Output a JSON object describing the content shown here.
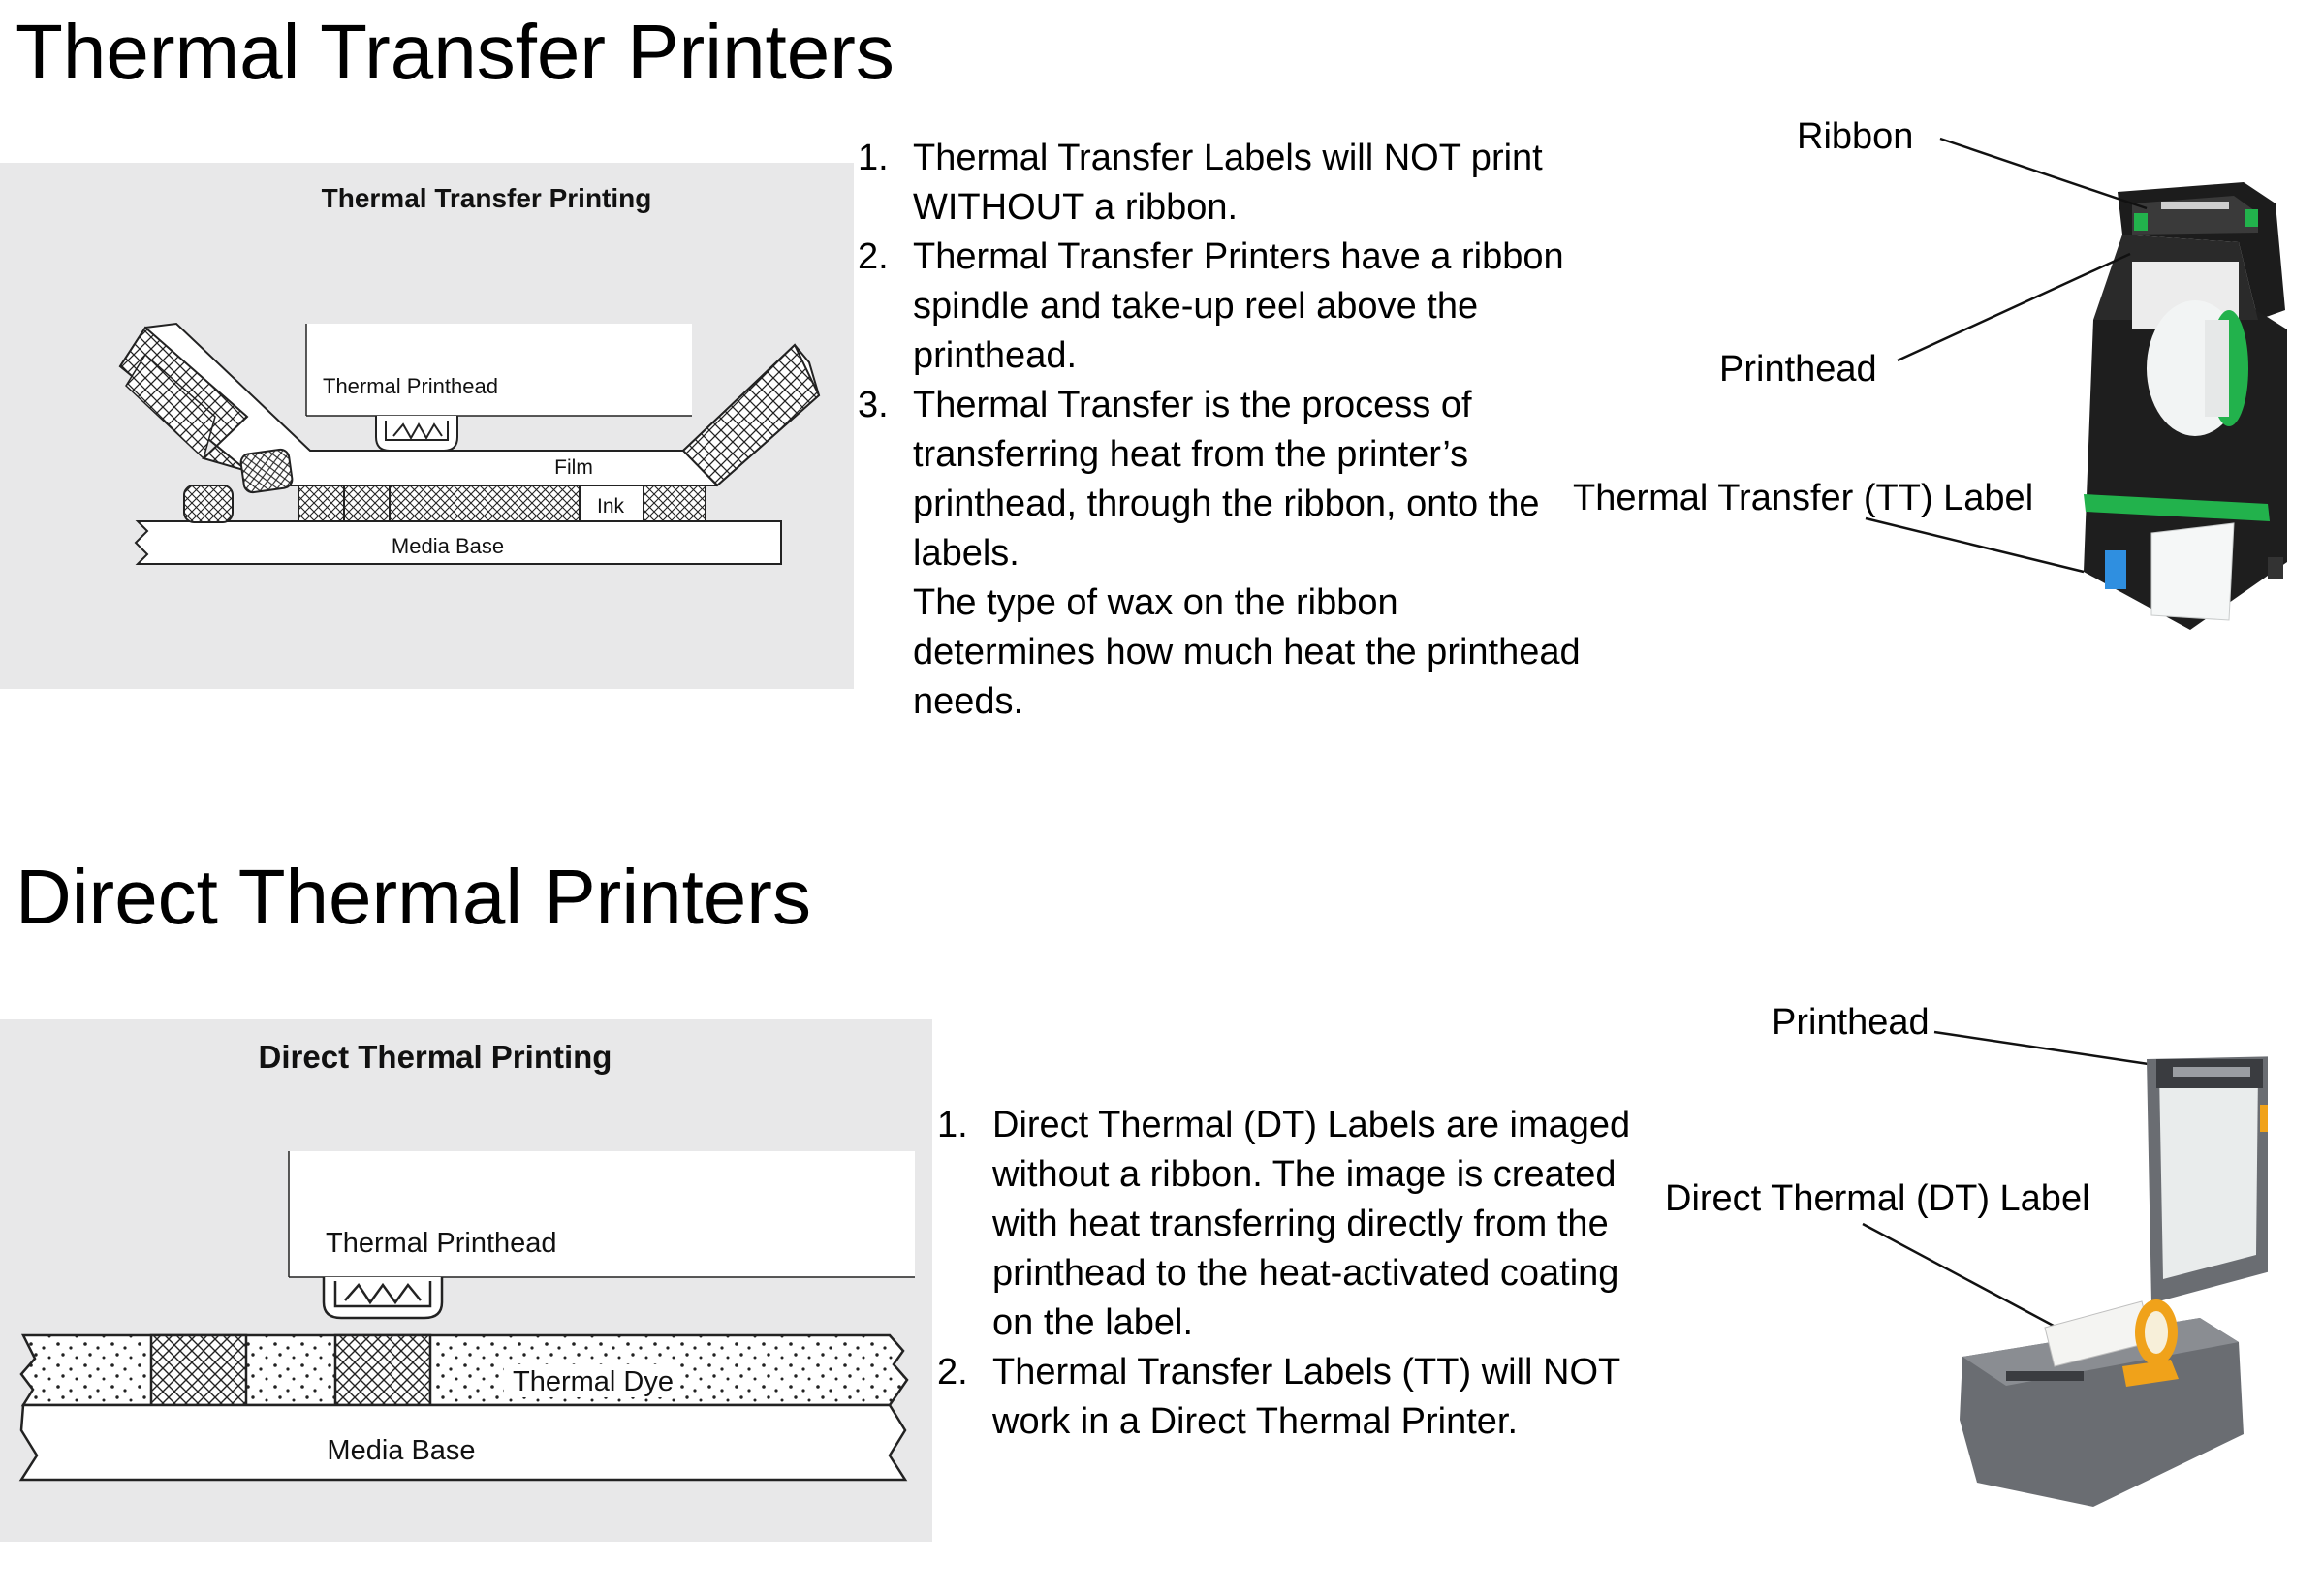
{
  "thermal_transfer": {
    "heading": "Thermal Transfer Printers",
    "diagram": {
      "title": "Thermal Transfer Printing",
      "printhead_label": "Thermal Printhead",
      "film_label": "Film",
      "ink_label": "Ink",
      "media_label": "Media Base"
    },
    "list": [
      {
        "num": "1.",
        "text": "Thermal Transfer Labels will NOT print WITHOUT a ribbon."
      },
      {
        "num": "2.",
        "text": "Thermal Transfer Printers have a ribbon spindle and take-up reel above the printhead."
      },
      {
        "num": "3.",
        "text": "Thermal Transfer is the process of transferring heat from the printer’s printhead, through the ribbon, onto the labels.",
        "extra": "The type of wax on the ribbon determines how much heat the printhead needs."
      }
    ],
    "photo_callouts": {
      "ribbon": "Ribbon",
      "printhead": "Printhead",
      "label": "Thermal Transfer (TT) Label"
    },
    "photo_colors": {
      "body": "#1f1f1f",
      "accent": "#22b24c",
      "label": "#f4f6f6",
      "button": "#2f8fe0"
    }
  },
  "direct_thermal": {
    "heading": "Direct Thermal Printers",
    "diagram": {
      "title": "Direct Thermal Printing",
      "printhead_label": "Thermal Printhead",
      "dye_label": "Thermal Dye",
      "media_label": "Media Base"
    },
    "list": [
      {
        "num": "1.",
        "text": "Direct Thermal (DT) Labels are imaged without a ribbon. The image is created with heat transferring directly from the printhead to the heat-activated coating on the label."
      },
      {
        "num": "2.",
        "text": "Thermal Transfer Labels (TT) will NOT work in a Direct Thermal Printer."
      }
    ],
    "photo_callouts": {
      "printhead": "Printhead",
      "label": "Direct Thermal (DT) Label"
    },
    "photo_colors": {
      "body": "#6a6d72",
      "accent": "#f0a21a",
      "label": "#f4f4f2"
    }
  }
}
